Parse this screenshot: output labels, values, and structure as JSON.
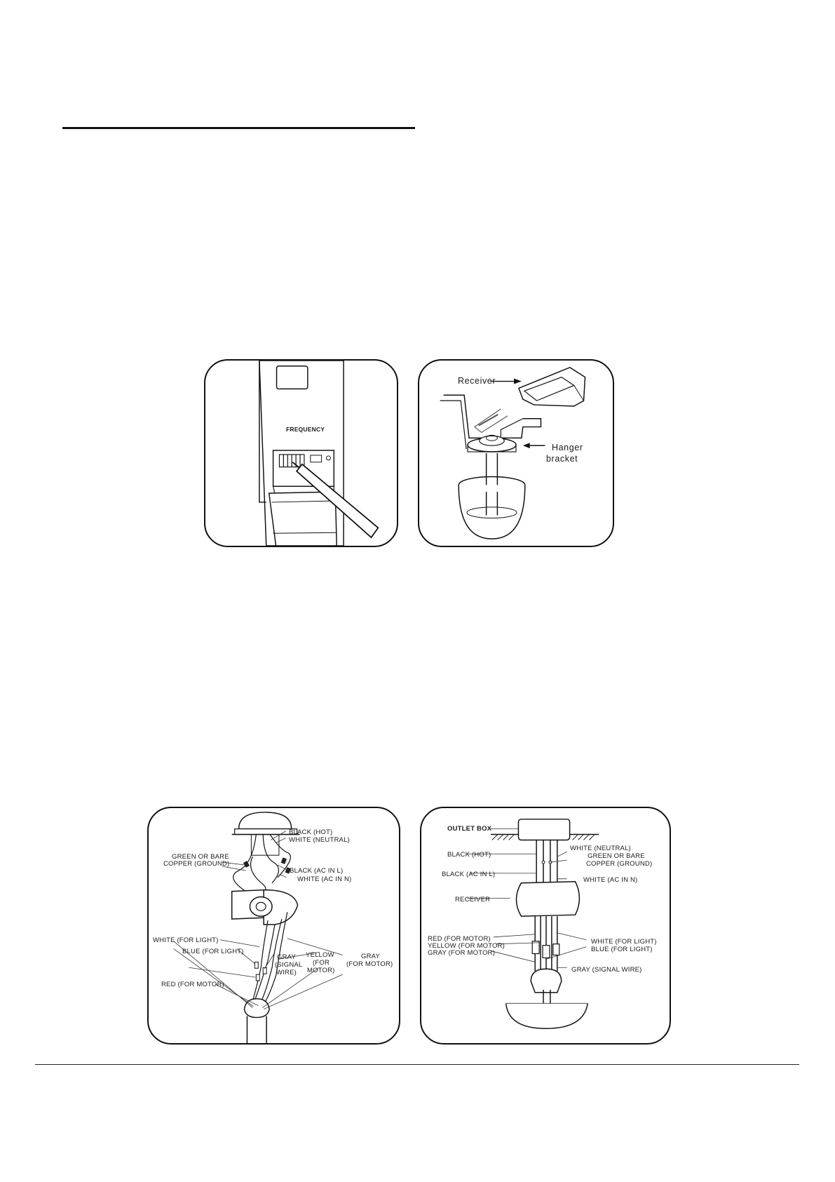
{
  "figure1": {
    "frequency_label": "FREQUENCY"
  },
  "figure2": {
    "receiver_label": "Receiver",
    "hanger_label_line1": "Hanger",
    "hanger_label_line2": "bracket"
  },
  "figure3": {
    "black_hot": "BLACK (HOT)",
    "white_neutral": "WHITE (NEUTRAL)",
    "ground_line1": "GREEN OR BARE",
    "ground_line2": "COPPER (GROUND)",
    "black_ac_in_l": "BLACK (AC IN L)",
    "white_ac_in_n": "WHITE (AC IN N)",
    "white_for_light": "WHITE (FOR LIGHT)",
    "blue_for_light": "BLUE (FOR LIGHT)",
    "gray_signal_line1": "GRAY",
    "gray_signal_line2": "(SIGNAL",
    "gray_signal_line3": "WIRE)",
    "yellow_line1": "YELLOW",
    "yellow_line2": "(FOR",
    "yellow_line3": "MOTOR)",
    "gray_motor_line1": "GRAY",
    "gray_motor_line2": "(FOR MOTOR)",
    "red_for_motor": "RED (FOR MOTOR)"
  },
  "figure4": {
    "outlet_box": "OUTLET BOX",
    "black_hot": "BLACK (HOT)",
    "white_neutral": "WHITE (NEUTRAL)",
    "ground_line1": "GREEN OR BARE",
    "ground_line2": "COPPER (GROUND)",
    "black_ac_in_l": "BLACK (AC IN L)",
    "white_ac_in_n": "WHITE (AC IN N)",
    "receiver": "RECEIVER",
    "red_for_motor": "RED (FOR MOTOR)",
    "yellow_for_motor": "YELLOW (FOR MOTOR)",
    "gray_for_motor": "GRAY (FOR MOTOR)",
    "white_for_light": "WHITE (FOR LIGHT)",
    "blue_for_light": "BLUE (FOR LIGHT)",
    "gray_signal_wire": "GRAY (SIGNAL WIRE)"
  }
}
